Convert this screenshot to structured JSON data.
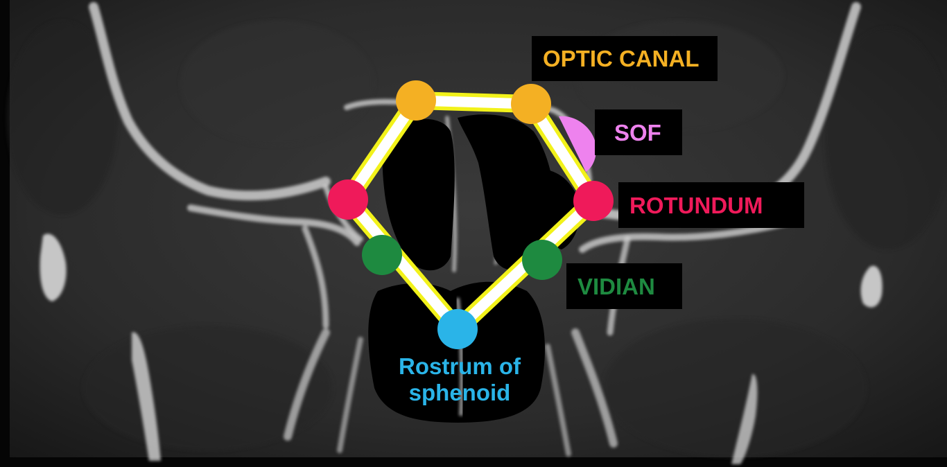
{
  "labels": {
    "optic_canal": "OPTIC CANAL",
    "sof": "SOF",
    "rotundum": "ROTUNDUM",
    "vidian": "VIDIAN",
    "rostrum_line1": "Rostrum of",
    "rostrum_line2": "sphenoid"
  },
  "colors": {
    "optic_canal": "#f4b023",
    "sof": "#ee82ee",
    "rotundum": "#ef1a5a",
    "vidian": "#1e8a40",
    "rostrum": "#2ab4e8",
    "outline": "#f2f21a",
    "outline_inner": "#ffffff"
  }
}
